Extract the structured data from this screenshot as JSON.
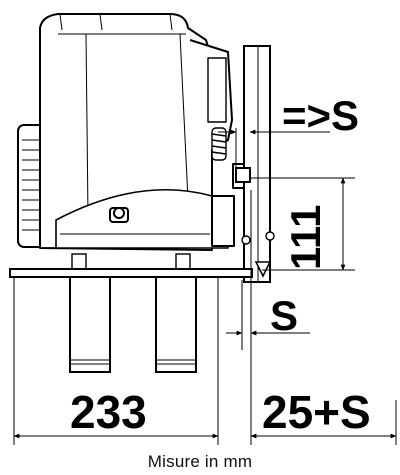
{
  "labels": {
    "top_clearance": "=>S",
    "rack_height": "111",
    "offset": "S",
    "base_width": "233",
    "gap_width": "25+S"
  },
  "caption": "Misure in mm"
}
